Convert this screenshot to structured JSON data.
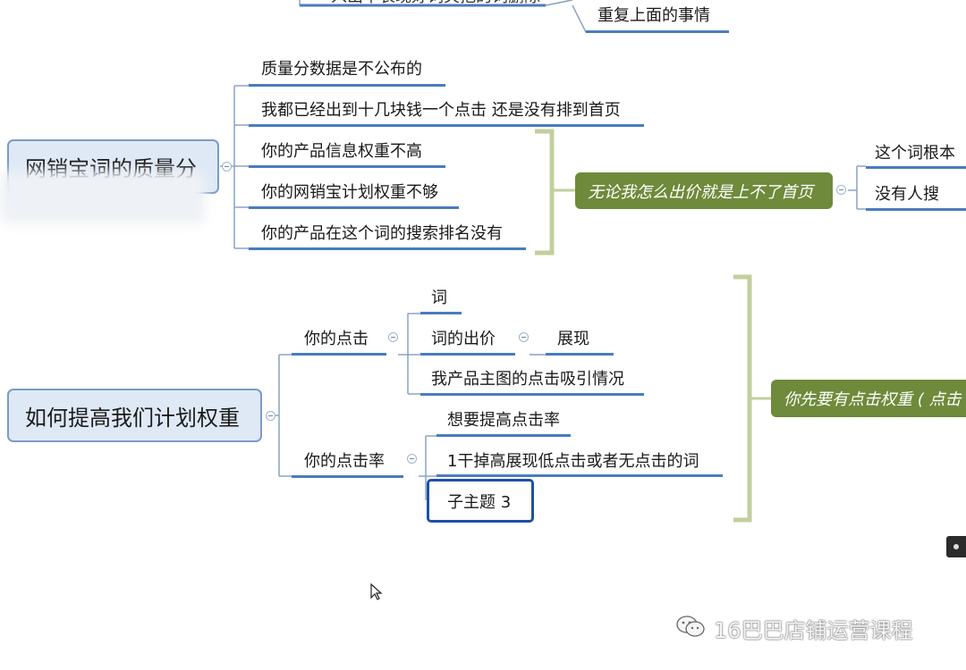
{
  "top": {
    "cut_text": "一入出中表现好词关把的词删除",
    "repeat": "重复上面的事情"
  },
  "quality": {
    "title": "网销宝词的质量分",
    "items": [
      "质量分数据是不公布的",
      "我都已经出到十几块钱一个点击 还是没有排到首页",
      "你的产品信息权重不高",
      "你的网销宝计划权重不够",
      "你的产品在这个词的搜索排名没有"
    ],
    "summary": "无论我怎么出价就是上不了首页",
    "right": [
      "这个词根本",
      "没有人搜"
    ]
  },
  "plan": {
    "title": "如何提高我们计划权重",
    "click": {
      "label": "你的点击",
      "items": [
        "词",
        "词的出价",
        "我产品主图的点击吸引情况"
      ],
      "bid_child": "展现"
    },
    "ctr": {
      "label": "你的点击率",
      "items": [
        "想要提高点击率",
        "1干掉高展现低点击或者无点击的词",
        "子主题 3"
      ]
    },
    "summary": "你先要有点击权重 ( 点击"
  },
  "watermark": "16巴巴店铺运营课程",
  "colors": {
    "topic_fill": "#dfe9f6",
    "topic_border": "#7a9cc6",
    "summary_fill": "#6e8a3a",
    "underline": "#4a7cc0",
    "bracket": "#c2cf9c"
  }
}
